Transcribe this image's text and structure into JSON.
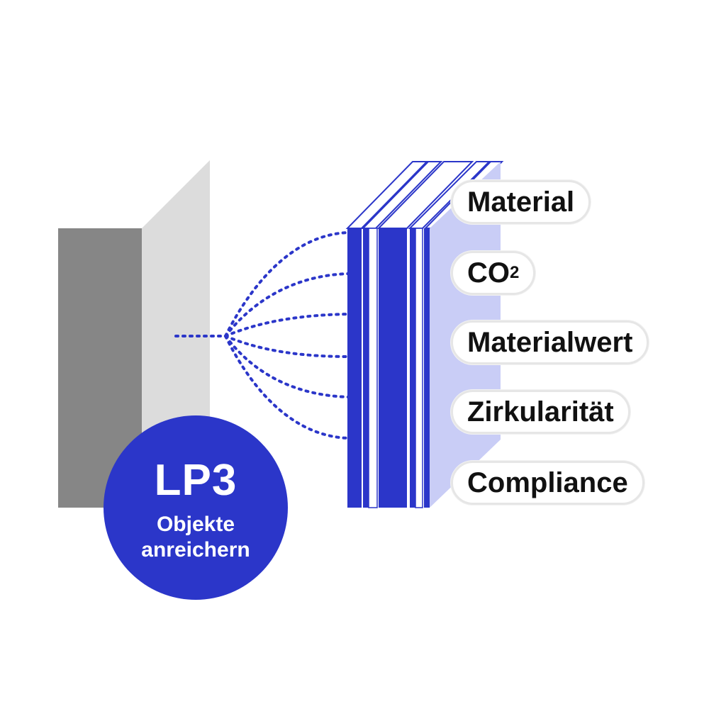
{
  "colors": {
    "accent": "#2b36c9",
    "accent_light": "#c9cdf6",
    "panel_front": "#868686",
    "panel_side": "#dcdcdc",
    "pill_border": "#e6e6e6"
  },
  "badge": {
    "title": "LP3",
    "subtitle_line1": "Objekte",
    "subtitle_line2": "anreichern"
  },
  "labels": [
    {
      "main": "Material",
      "sub": ""
    },
    {
      "main": "CO",
      "sub": "2"
    },
    {
      "main": "Materialwert",
      "sub": ""
    },
    {
      "main": "Zirkularität",
      "sub": ""
    },
    {
      "main": "Compliance",
      "sub": ""
    }
  ]
}
